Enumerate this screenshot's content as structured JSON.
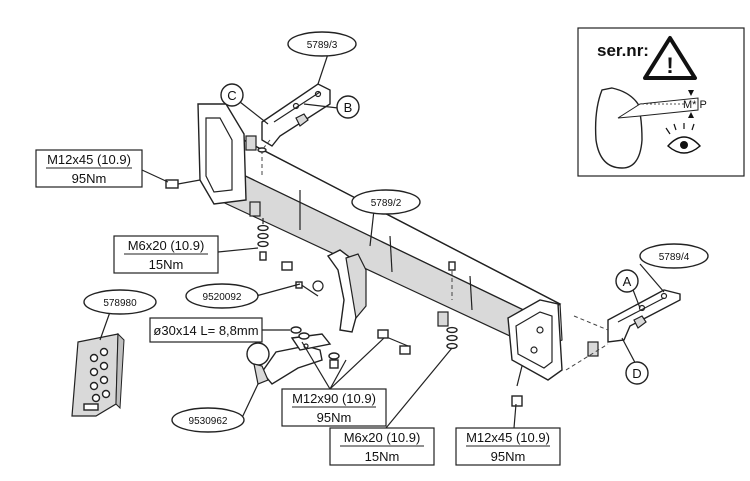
{
  "serial": {
    "label": "ser.nr:",
    "warning_icon": "warning-triangle-icon",
    "plate_text": "M* P",
    "eye_icon": "eye-icon"
  },
  "part_refs": {
    "bracket_top": "5789/3",
    "beam": "5789/2",
    "bracket_right": "5789/4",
    "electrical_kit": "578980",
    "bolt_set": "9520092",
    "ball": "9530962"
  },
  "letters": {
    "a": "A",
    "b": "B",
    "c": "C",
    "d": "D"
  },
  "fasteners": {
    "top_left": {
      "bolt": "M12x45 (10.9)",
      "torque": "95Nm"
    },
    "mid_left": {
      "bolt": "M6x20 (10.9)",
      "torque": "15Nm"
    },
    "ball_bolt": {
      "bolt": "M12x90 (10.9)",
      "torque": "95Nm"
    },
    "bottom_mid": {
      "bolt": "M6x20 (10.9)",
      "torque": "15Nm"
    },
    "bottom_right": {
      "bolt": "M12x45 (10.9)",
      "torque": "95Nm"
    }
  },
  "washer": {
    "text": "ø30x14 L= 8,8mm"
  }
}
